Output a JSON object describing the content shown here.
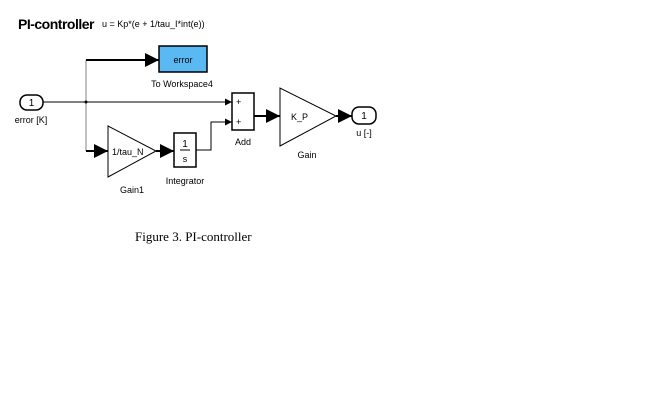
{
  "diagram": {
    "title": "PI-controller",
    "equation": "u = Kp*(e + 1/tau_I*int(e))",
    "blocks": {
      "inport": {
        "number": "1",
        "label": "error [K]"
      },
      "to_workspace": {
        "variable": "error",
        "label": "To Workspace4",
        "fill": "#5AB8F2"
      },
      "gain1": {
        "value": "1/tau_N",
        "label": "Gain1"
      },
      "integrator": {
        "numerator": "1",
        "denominator": "s",
        "label": "Integrator"
      },
      "add": {
        "signs": [
          "+",
          "+"
        ],
        "label": "Add"
      },
      "gain": {
        "value": "K_P",
        "label": "Gain"
      },
      "outport": {
        "number": "1",
        "label": "u [-]"
      }
    }
  },
  "caption": "Figure 3. PI-controller"
}
